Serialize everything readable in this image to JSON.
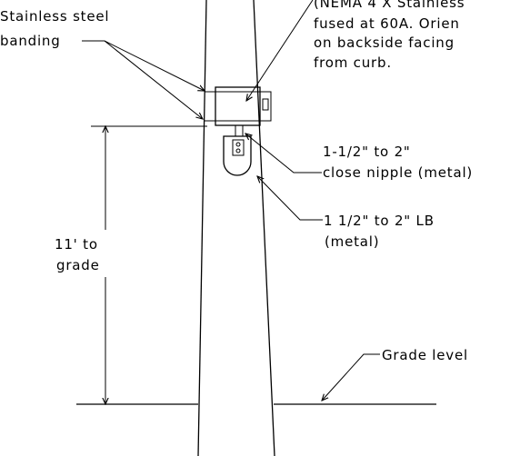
{
  "labels": {
    "banding": [
      "Stainless steel",
      "banding"
    ],
    "panel_note": [
      "(NEMA 4 X Stainless",
      "fused at 60A. Orien",
      "on backside facing",
      "from curb."
    ],
    "nipple": [
      "1-1/2\" to 2\"",
      "close nipple (metal)"
    ],
    "lb": [
      "1 1/2\" to 2\" LB",
      "(metal)"
    ],
    "height": [
      "11' to",
      "grade"
    ],
    "grade": "Grade level"
  }
}
